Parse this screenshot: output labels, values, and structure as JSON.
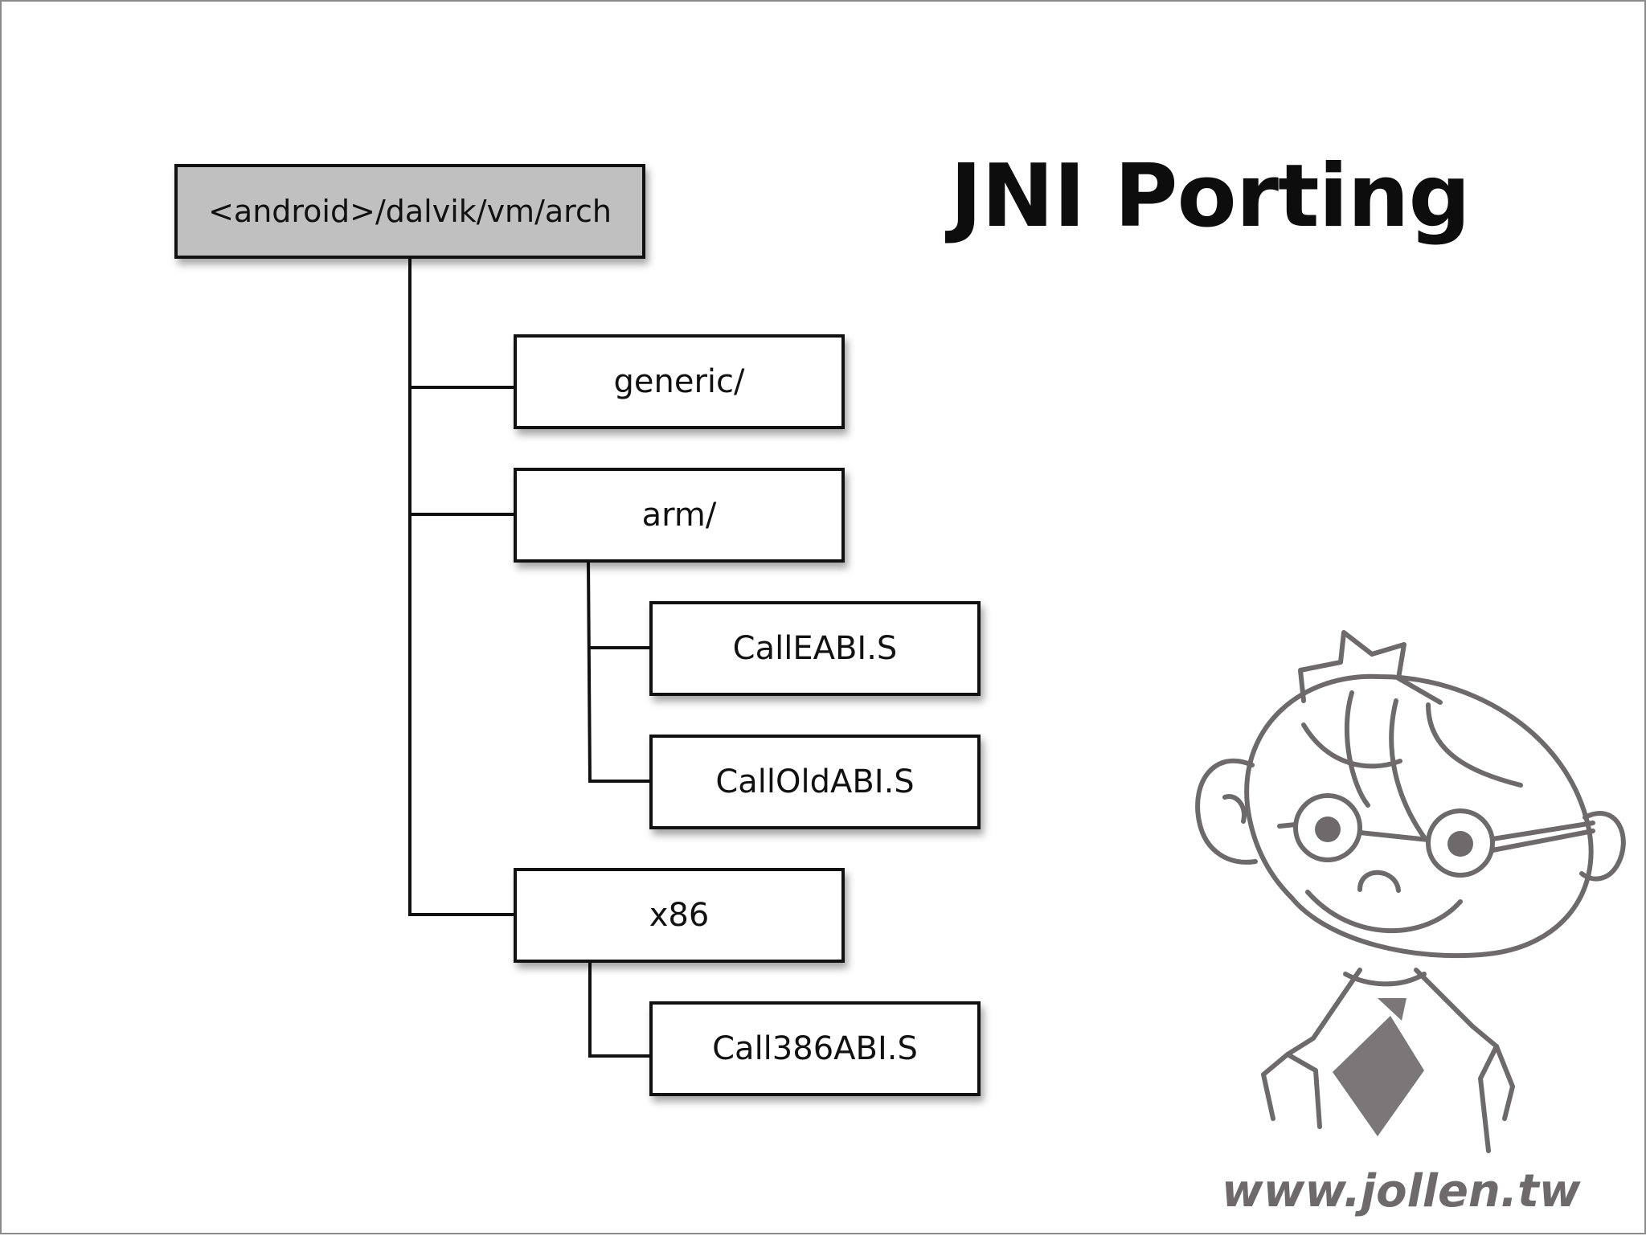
{
  "slide": {
    "title": "JNI Porting",
    "website": "www.jollen.tw"
  },
  "tree": {
    "root": "<android>/dalvik/vm/arch",
    "nodes": {
      "generic": "generic/",
      "arm": "arm/",
      "call_eabi": "CallEABI.S",
      "call_old_abi": "CallOldABI.S",
      "x86": "x86",
      "call_386_abi": "Call386ABI.S"
    }
  },
  "mascot": {
    "icon": "cartoon-boy-with-glasses-and-tie-icon"
  },
  "colors": {
    "root_fill": "#c0c0c0",
    "box_border": "#111111",
    "mascot_line": "#6e6a6b",
    "mascot_tie": "#7b7677"
  }
}
